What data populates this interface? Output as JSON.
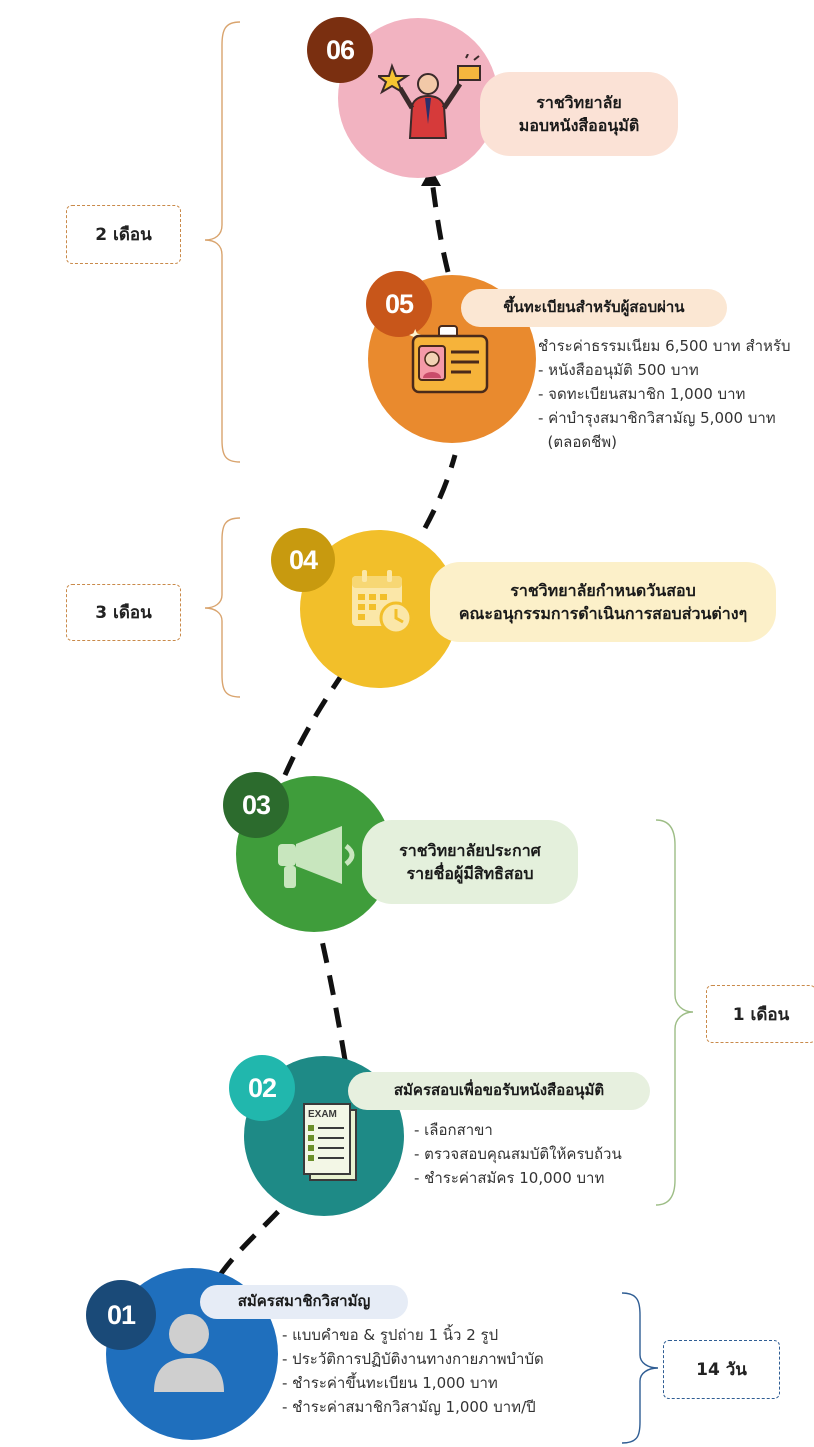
{
  "steps": [
    {
      "number": "01",
      "title": "สมัครสมาชิกวิสามัญ",
      "details": [
        "- แบบคำขอ & รูปถ่าย 1 นิ้ว 2 รูป",
        "- ประวัติการปฏิบัติงานทางกายภาพบำบัด",
        "- ชำระค่าขึ้นทะเบียน 1,000 บาท",
        "- ชำระค่าสมาชิกวิสามัญ 1,000 บาท/ปี"
      ]
    },
    {
      "number": "02",
      "title": "สมัครสอบเพื่อขอรับหนังสืออนุมัติ",
      "details": [
        "- เลือกสาขา",
        "- ตรวจสอบคุณสมบัติให้ครบถ้วน",
        "- ชำระค่าสมัคร 10,000 บาท"
      ]
    },
    {
      "number": "03",
      "title_lines": [
        "ราชวิทยาลัยประกาศ",
        "รายชื่อผู้มีสิทธิสอบ"
      ]
    },
    {
      "number": "04",
      "title_lines": [
        "ราชวิทยาลัยกำหนดวันสอบ",
        "คณะอนุกรรมการดำเนินการสอบส่วนต่างๆ"
      ]
    },
    {
      "number": "05",
      "title": "ขึ้นทะเบียนสำหรับผู้สอบผ่าน",
      "details": [
        "ชำระค่าธรรมเนียม 6,500 บาท สำหรับ",
        "- หนังสืออนุมัติ 500 บาท",
        "- จดทะเบียนสมาชิก 1,000 บาท",
        "- ค่าบำรุงสมาชิกวิสามัญ 5,000 บาท",
        "  (ตลอดชีพ)"
      ]
    },
    {
      "number": "06",
      "title_lines": [
        "ราชวิทยาลัย",
        "มอบหนังสืออนุมัติ"
      ]
    }
  ],
  "durations": {
    "d1": "14 วัน",
    "d2": "1 เดือน",
    "d3": "3 เดือน",
    "d4": "2 เดือน"
  },
  "colors": {
    "step1_circle": "#1f6fbd",
    "step1_badge": "#1a4a78",
    "step1_pill": "#e6ecf6",
    "step2_circle": "#1e8a86",
    "step2_badge": "#21b7ad",
    "step2_pill": "#e7f0df",
    "step3_circle": "#3f9d3b",
    "step3_badge": "#2c6b2d",
    "step3_pill": "#e4f0dc",
    "step4_circle": "#f2bf2a",
    "step4_badge": "#c89a0f",
    "step4_pill": "#fcf0c9",
    "step5_circle": "#e98a2e",
    "step5_badge": "#c8561a",
    "step5_pill": "#fbe7d3",
    "step6_circle": "#f2b3c1",
    "step6_badge": "#7a2f10",
    "step6_pill": "#fbe2d6"
  },
  "icons": [
    "person-icon",
    "exam-paper-icon",
    "megaphone-icon",
    "calendar-clock-icon",
    "id-card-icon",
    "winner-award-icon"
  ]
}
